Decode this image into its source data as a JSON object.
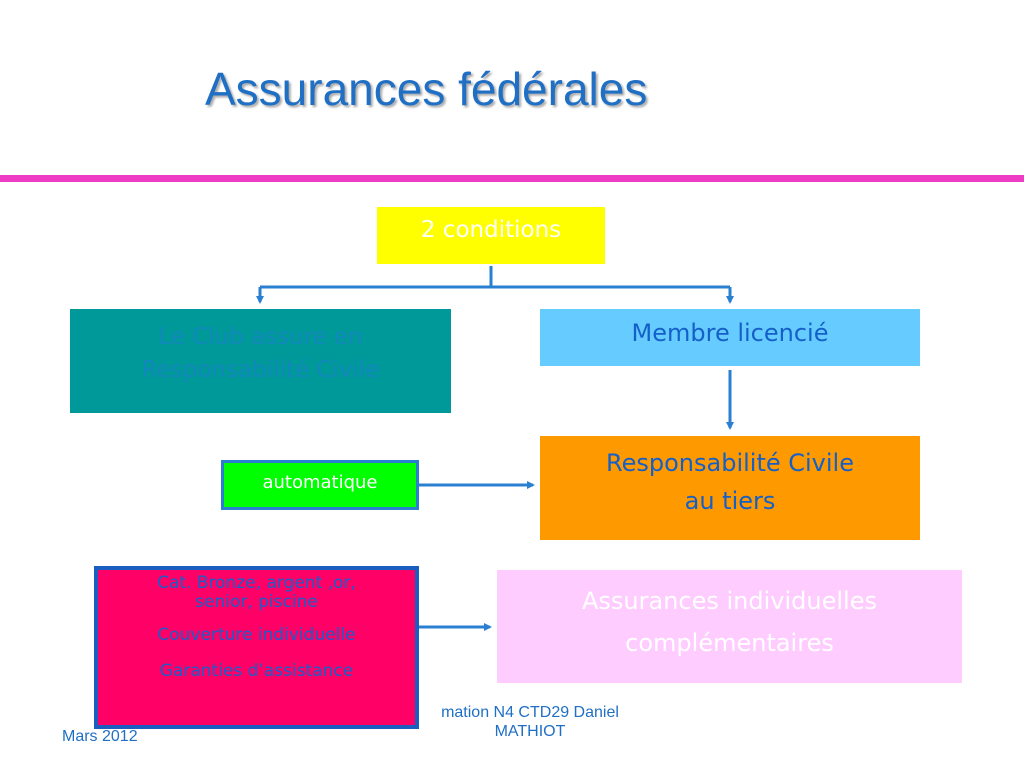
{
  "title": "Assurances fédérales",
  "nodes": {
    "conditions": "2 conditions",
    "club": [
      "Le Club assure en",
      "Responsabilité Civile"
    ],
    "membre": "Membre licencié",
    "rc": [
      "Responsabilité Civile",
      "au tiers"
    ],
    "automatique": "automatique",
    "categories": {
      "line1": "Cat. Bronze, argent ,or,",
      "line2": "senior, piscine",
      "line3": "Couverture individuelle",
      "line4": "Garanties d’assistance"
    },
    "assurances": [
      "Assurances individuelles",
      "complémentaires"
    ]
  },
  "footer": {
    "date": "Mars 2012",
    "author": [
      "mation N4 CTD29 Daniel",
      "MATHIOT"
    ]
  },
  "colors": {
    "title": "#1f6fc5",
    "rule": "#ef3cc4",
    "connector": "#2a7fd0"
  }
}
